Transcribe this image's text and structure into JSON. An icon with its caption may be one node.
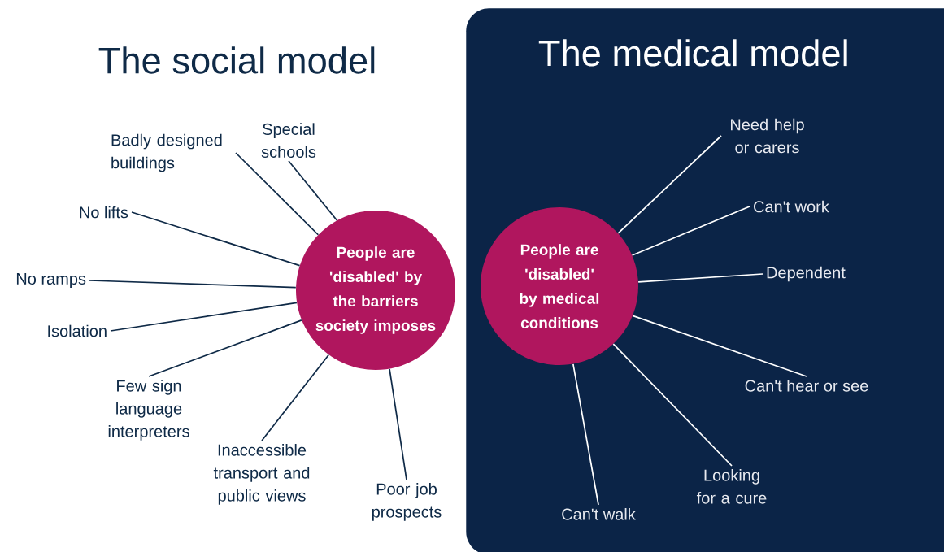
{
  "diagram": {
    "nodes": [
      {
        "text": [
          "People are 'disabled' by the barriers society imposes"
        ]
      },
      {
        "text": [
          "Special schools"
        ]
      },
      {
        "text": [
          "Badly designed buildings"
        ]
      },
      {
        "text": [
          "No lifts"
        ]
      },
      {
        "text": [
          "No ramps"
        ]
      },
      {
        "text": [
          "Isolation"
        ]
      },
      {
        "text": [
          "Few sign language interpreters"
        ]
      },
      {
        "text": [
          "Inaccessible transport and public views"
        ]
      },
      {
        "text": [
          "Poor job prospects"
        ]
      },
      {
        "text": [
          "The medical model"
        ]
      },
      {
        "text": [
          "People are 'disabled' by medical conditions"
        ],
        "in": 9
      },
      {
        "text": [
          "Need help or carers"
        ],
        "in": 9
      },
      {
        "text": [
          "Can't work"
        ],
        "in": 9
      },
      {
        "text": [
          "Dependent"
        ],
        "in": 9
      },
      {
        "text": [
          "Can't hear or see"
        ],
        "in": 9
      },
      {
        "text": [
          "Looking for a cure"
        ],
        "in": 9
      },
      {
        "text": [
          "Can't walk"
        ],
        "in": 9
      }
    ],
    "edges": [
      {
        "from": 0,
        "to": 1,
        "arrow": "none"
      },
      {
        "from": 0,
        "to": 2,
        "arrow": "none"
      },
      {
        "from": 0,
        "to": 3,
        "arrow": "none"
      },
      {
        "from": 0,
        "to": 4,
        "arrow": "none"
      },
      {
        "from": 0,
        "to": 5,
        "arrow": "none"
      },
      {
        "from": 0,
        "to": 6,
        "arrow": "none"
      },
      {
        "from": 0,
        "to": 7,
        "arrow": "none"
      },
      {
        "from": 0,
        "to": 8,
        "arrow": "none"
      },
      {
        "from": 10,
        "to": 11,
        "arrow": "none",
        "color": "#ffffff"
      },
      {
        "from": 10,
        "to": 12,
        "arrow": "none",
        "color": "#ffffff"
      },
      {
        "from": 10,
        "to": 13,
        "arrow": "none",
        "color": "#ffffff"
      },
      {
        "from": 10,
        "to": 14,
        "arrow": "none",
        "color": "#ffffff"
      },
      {
        "from": 10,
        "to": 15,
        "arrow": "none",
        "color": "#ffffff"
      },
      {
        "from": 10,
        "to": 16,
        "arrow": "none",
        "color": "#ffffff"
      }
    ],
    "labels": [
      "The social model"
    ]
  }
}
